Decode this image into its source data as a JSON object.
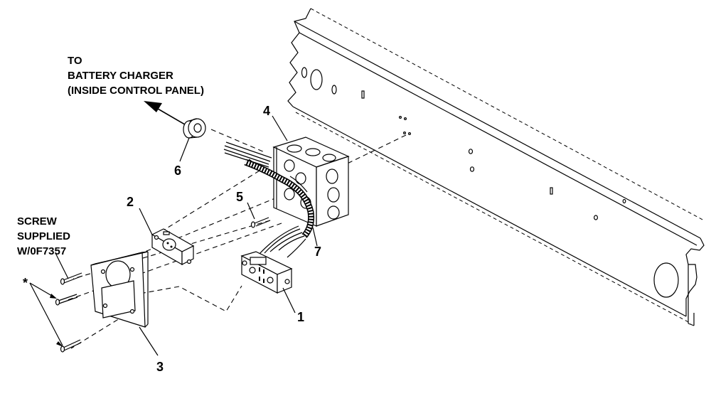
{
  "notes": {
    "battery_line1": "TO",
    "battery_line2": "BATTERY CHARGER",
    "battery_line3": "(INSIDE CONTROL PANEL)",
    "screw_line1": "SCREW",
    "screw_line2": "SUPPLIED",
    "screw_line3": "W/0F7357",
    "asterisk": "*"
  },
  "callouts": {
    "c1": "1",
    "c2": "2",
    "c3": "3",
    "c4": "4",
    "c5": "5",
    "c6": "6",
    "c7": "7"
  }
}
